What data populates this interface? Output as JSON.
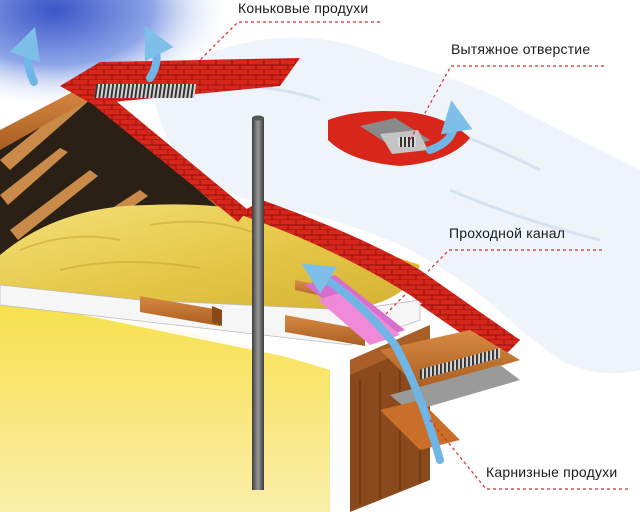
{
  "callouts": {
    "ridge_vents": "Коньковые продухи",
    "exhaust_opening": "Вытяжное отверстие",
    "passage_channel": "Проходной канал",
    "eaves_vents": "Карнизные продухи"
  },
  "colors": {
    "roof_red": "#d8261b",
    "insulation_yellow": "#e9d55a",
    "wood": "#c77a35",
    "airflow_blue": "#6fb6e6",
    "snow": "#eef4fa",
    "sky": "#5c7bd8",
    "leader_line": "#d42a2a"
  },
  "icons": [
    "airflow-arrow-icon",
    "ridge-vent-icon",
    "exhaust-vent-icon",
    "eaves-vent-icon",
    "vent-pipe-icon"
  ]
}
